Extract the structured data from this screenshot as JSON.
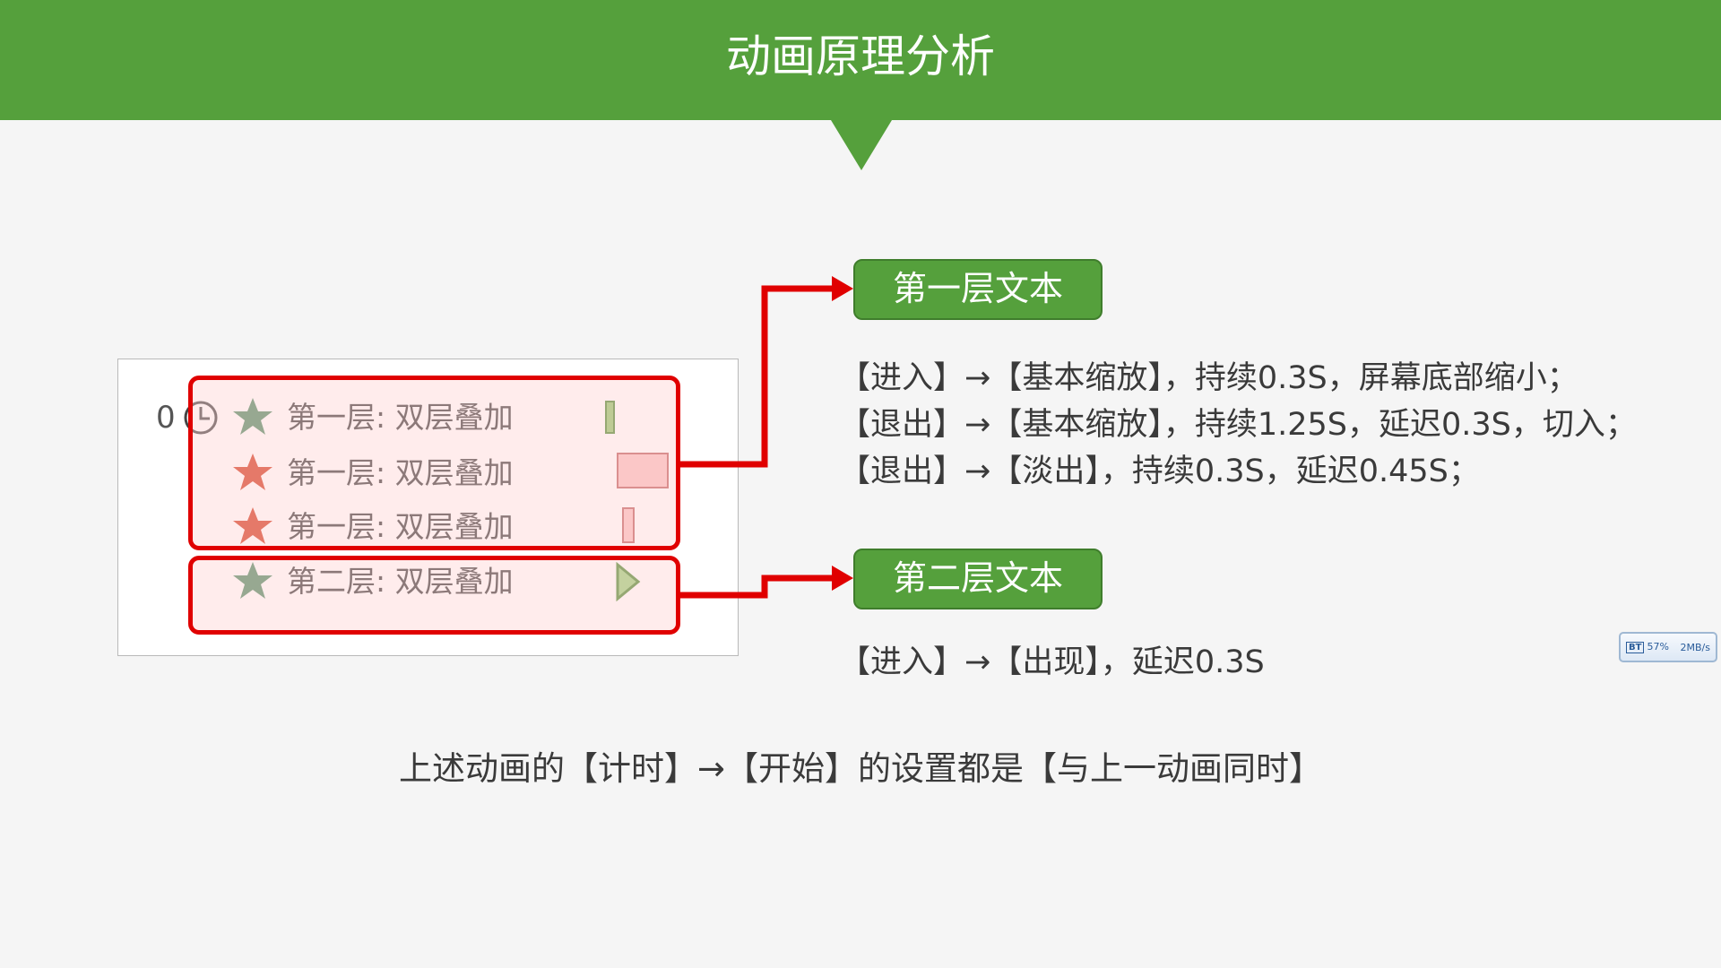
{
  "slide": {
    "title": "动画原理分析"
  },
  "animation_pane": {
    "order_number": "0",
    "rows": [
      {
        "label": "第一层: 双层叠加",
        "star_color": "#4d8a62"
      },
      {
        "label": "第一层: 双层叠加",
        "star_color": "#d23a1e"
      },
      {
        "label": "第一层: 双层叠加",
        "star_color": "#d23a1e"
      },
      {
        "label": "第二层: 双层叠加",
        "star_color": "#4d8a62"
      }
    ]
  },
  "layer1": {
    "label": "第一层文本",
    "lines": [
      "【进入】→【基本缩放】，持续0.3S，屏幕底部缩小；",
      "【退出】→【基本缩放】，持续1.25S，延迟0.3S，切入；",
      "【退出】→【淡出】，持续0.3S，延迟0.45S；"
    ]
  },
  "layer2": {
    "label": "第二层文本",
    "lines": [
      "【进入】→【出现】，延迟0.3S"
    ]
  },
  "note": "上述动画的【计时】→【开始】的设置都是【与上一动画同时】",
  "tray_widget": {
    "badge": "BT",
    "percent": "57%",
    "speed": "2MB/s"
  },
  "colors": {
    "header_green": "#55a03c",
    "highlight_red": "#e00000"
  }
}
